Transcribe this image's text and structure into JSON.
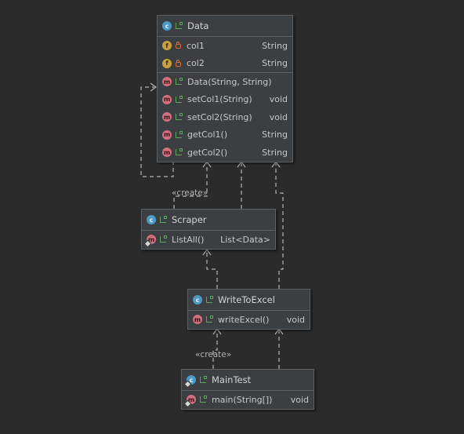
{
  "stereotype_create": "«create»",
  "classes": {
    "data": {
      "name": "Data",
      "fields": [
        {
          "name": "col1",
          "type": "String"
        },
        {
          "name": "col2",
          "type": "String"
        }
      ],
      "methods": [
        {
          "name": "Data(String, String)",
          "type": ""
        },
        {
          "name": "setCol1(String)",
          "type": "void"
        },
        {
          "name": "setCol2(String)",
          "type": "void"
        },
        {
          "name": "getCol1()",
          "type": "String"
        },
        {
          "name": "getCol2()",
          "type": "String"
        }
      ]
    },
    "scraper": {
      "name": "Scraper",
      "methods": [
        {
          "name": "ListAll()",
          "type": "List<Data>"
        }
      ]
    },
    "writetoexcel": {
      "name": "WriteToExcel",
      "methods": [
        {
          "name": "writeExcel()",
          "type": "void"
        }
      ]
    },
    "maintest": {
      "name": "MainTest",
      "methods": [
        {
          "name": "main(String[])",
          "type": "void"
        }
      ]
    }
  },
  "icons": {
    "class": "class-icon",
    "field": "field-icon",
    "method": "method-icon",
    "public": "public-visibility-icon",
    "private": "private-visibility-icon"
  },
  "colors": {
    "background": "#2b2b2b",
    "box": "#3c3f41",
    "class_badge": "#4b9bc6",
    "field_badge": "#c9a13a",
    "method_badge": "#d0707e",
    "public": "#5ea35e",
    "private": "#d66f3c"
  }
}
